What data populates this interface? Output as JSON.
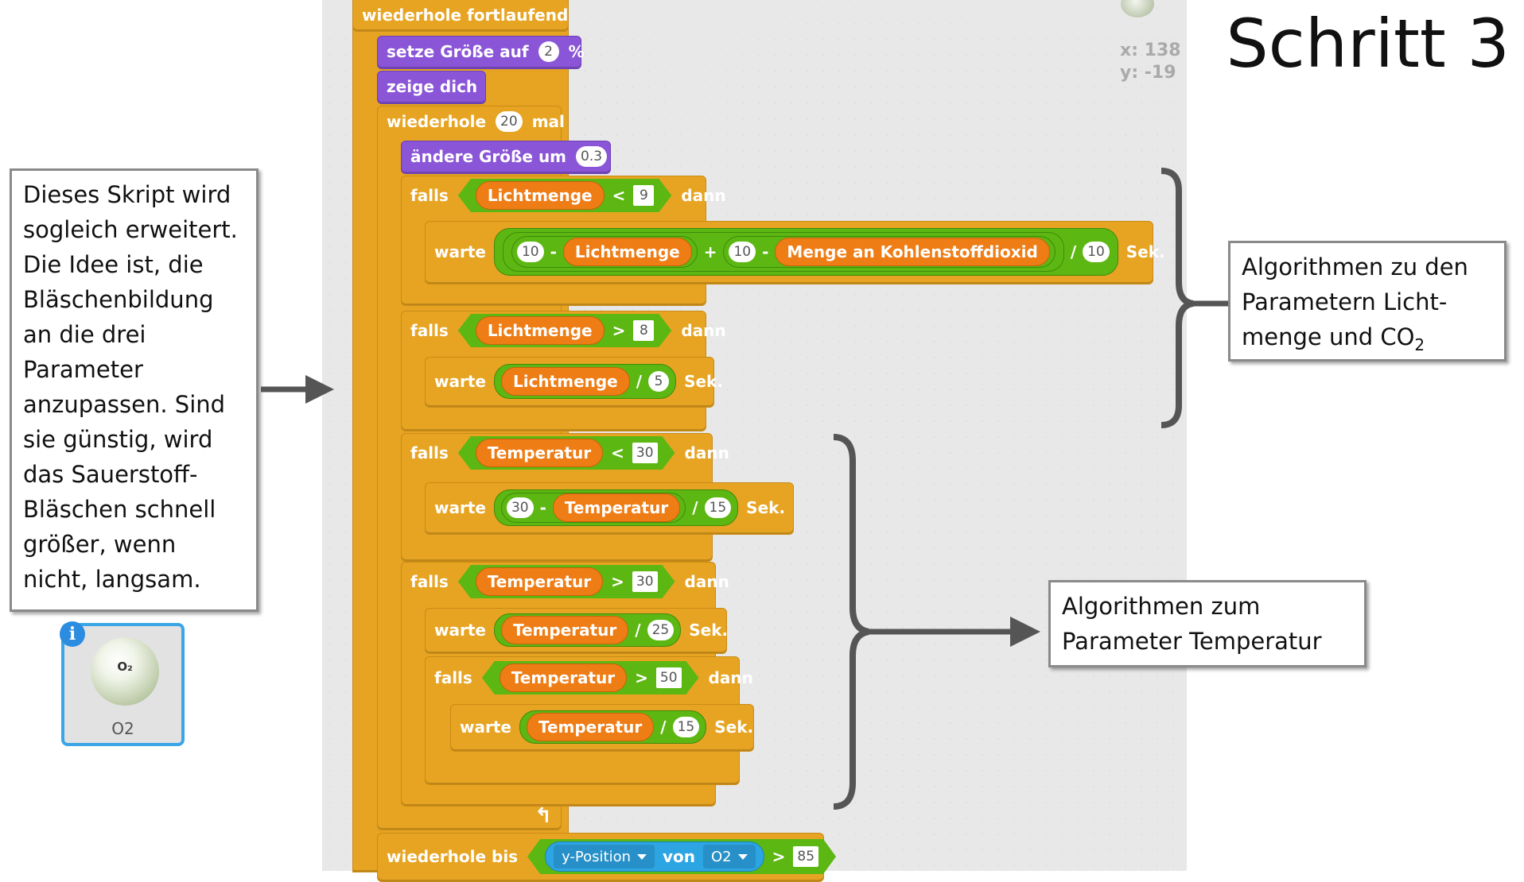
{
  "title": "Schritt 3",
  "coords": {
    "x": "x: 138",
    "y": "y: -19"
  },
  "notes": {
    "left": "Dieses Skript wird sogleich erweitert. Die Idee ist, die Bläschenbildung an die drei Parameter anzupassen. Sind sie günstig, wird das Sauerstoff-Bläschen schnell größer, wenn nicht, langsam.",
    "right_top_line1": "Algorithmen zu den",
    "right_top_line2": "Parametern Licht-",
    "right_top_line3a": "menge und CO",
    "right_top_line3sub": "2",
    "right_bottom_line1": "Algorithmen zum",
    "right_bottom_line2": "Parameter Temperatur"
  },
  "sprite": {
    "label": "O2",
    "ball_text": "O₂",
    "info": "i"
  },
  "script": {
    "forever": "wiederhole fortlaufend",
    "set_size": {
      "label": "setze Größe auf",
      "value": "2",
      "unit": "%"
    },
    "show": "zeige dich",
    "repeat": {
      "label": "wiederhole",
      "times": "20",
      "suffix": "mal"
    },
    "change_size": {
      "label": "ändere Größe um",
      "value": "0.3"
    },
    "if": "falls",
    "then": "dann",
    "wait": "warte",
    "sec": "Sek.",
    "light": "Lichtmenge",
    "co2": "Menge an Kohlenstoffdioxid",
    "temp": "Temperatur",
    "lt": "<",
    "gt": ">",
    "minus": "-",
    "plus": "+",
    "div": "/",
    "if1_val": "9",
    "w1_a": "10",
    "w1_b": "10",
    "w1_c": "10",
    "if2_val": "8",
    "w2_div": "5",
    "if3_val": "30",
    "w3_a": "30",
    "w3_div": "15",
    "if4_val": "30",
    "w4_div": "25",
    "if5_val": "50",
    "w5_div": "15",
    "repeat_until": "wiederhole bis",
    "ypos": "y-Position",
    "of": "von",
    "target": "O2",
    "until_val": "85"
  }
}
